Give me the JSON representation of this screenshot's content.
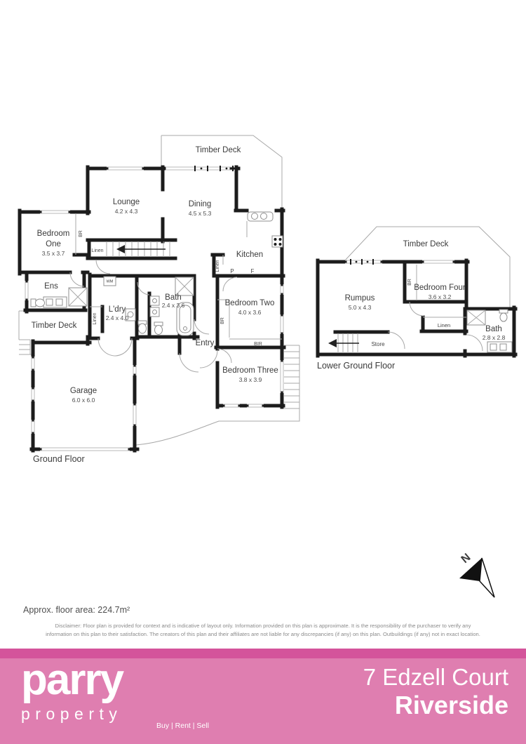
{
  "plan": {
    "ground": {
      "floor_label": "Ground Floor",
      "deck_top": "Timber Deck",
      "deck_left": "Timber Deck",
      "lounge": "Lounge",
      "lounge_dims": "4.2 x 4.3",
      "dining": "Dining",
      "dining_dims": "4.5 x 5.3",
      "kitchen": "Kitchen",
      "pantry": "P",
      "fridge": "F",
      "bed1_l1": "Bedroom",
      "bed1_l2": "One",
      "bed1_dims": "3.5 x 3.7",
      "ens": "Ens",
      "ldry": "L'dry",
      "ldry_dims": "2.4 x 4.0",
      "bath": "Bath",
      "bath_dims": "2.4 x 3.6",
      "bed2": "Bedroom Two",
      "bed2_dims": "4.0 x 3.6",
      "bed3": "Bedroom Three",
      "bed3_dims": "3.8 x 3.9",
      "garage": "Garage",
      "garage_dims": "6.0 x 6.0",
      "entry": "Entry",
      "wm": "WM",
      "br": "BR",
      "bir": "BIR",
      "linen": "Linen"
    },
    "lower": {
      "floor_label": "Lower Ground Floor",
      "deck": "Timber Deck",
      "rumpus": "Rumpus",
      "rumpus_dims": "5.0 x 4.3",
      "bed4": "Bedroom Four",
      "bed4_dims": "3.6 x 3.2",
      "bath": "Bath",
      "bath_dims": "2.8 x 2.8",
      "store": "Store",
      "linen": "Linen",
      "br": "BR"
    },
    "north": "N"
  },
  "area_note": "Approx. floor area: 224.7m²",
  "disclaimer": {
    "line1": "Disclaimer: Floor plan is provided for context and is indicative of layout only. Information provided on this plan is approximate. It is the responsibility of the purchaser to verify any",
    "line2": "information on this plan to their satisfaction. The creators of this plan and their affiliates are not liable for any discrepancies (if any) on this plan. Outbuildings (if any) not in exact location."
  },
  "footer": {
    "brand_name": "parry",
    "brand_sub": "property",
    "tagline": "Buy | Rent | Sell",
    "address": "7 Edzell Court",
    "suburb": "Riverside",
    "bg_color": "#df7eb0",
    "stripe_color": "#d4549b"
  }
}
